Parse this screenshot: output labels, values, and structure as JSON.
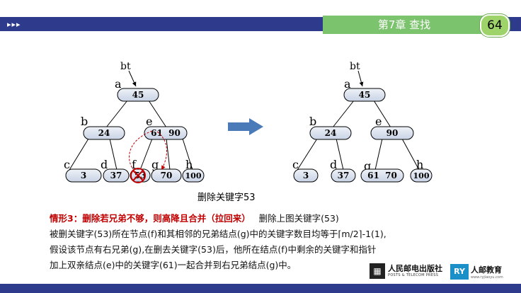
{
  "header": {
    "arrows": "▸▸▸",
    "title": "第7章 查找",
    "page_number": "64"
  },
  "tree_left": {
    "bt_label": "bt",
    "node_a": {
      "letter": "a",
      "keys": "45"
    },
    "node_b": {
      "letter": "b",
      "keys": "24"
    },
    "node_e": {
      "letter": "e",
      "keys": "61  90"
    },
    "node_c": {
      "letter": "c",
      "keys": "3"
    },
    "node_d": {
      "letter": "d",
      "keys": "37"
    },
    "node_f": {
      "letter": "f",
      "keys": "53"
    },
    "node_g": {
      "letter": "g",
      "keys": "70"
    },
    "node_h": {
      "letter": "h",
      "keys": "100"
    }
  },
  "tree_right": {
    "bt_label": "bt",
    "node_a": {
      "letter": "a",
      "keys": "45"
    },
    "node_b": {
      "letter": "b",
      "keys": "24"
    },
    "node_e": {
      "letter": "e",
      "keys": "90"
    },
    "node_c": {
      "letter": "c",
      "keys": "3"
    },
    "node_d": {
      "letter": "d",
      "keys": "37"
    },
    "node_g": {
      "letter": "g",
      "keys": "61  70"
    },
    "node_h": {
      "letter": "h",
      "keys": "100"
    }
  },
  "caption": "删除关键字53",
  "paragraph": {
    "case_title": "情形3：删除若兄弟不够，则高降且合并（拉回来）",
    "case_tail": "   删除上图关键字(53)",
    "line2": "被删关键字(53)所在节点(f)和其相邻的兄弟结点(g)中的关键字数目均等于⌈m/2⌉-1(1),",
    "line3": "假设该节点有右兄弟(g),在删去关键字(53)后，他所在结点(f)中剩余的关键字和指针",
    "line4": "加上双亲结点(e)中的关键字(61)一起合并到右兄弟结点(g)中。"
  },
  "logos": {
    "publisher": "人民邮电出版社",
    "publisher_en": "POSTS & TELECOM PRESS",
    "edu": "人邮教育",
    "edu_sub": "www.ryjiaoyu.com"
  },
  "colors": {
    "bar": "#2e3a8c",
    "title_bg": "#7cc36e",
    "node_fill": "#dfe6f2",
    "arrow": "#4a7ab8",
    "red": "#c00000"
  }
}
